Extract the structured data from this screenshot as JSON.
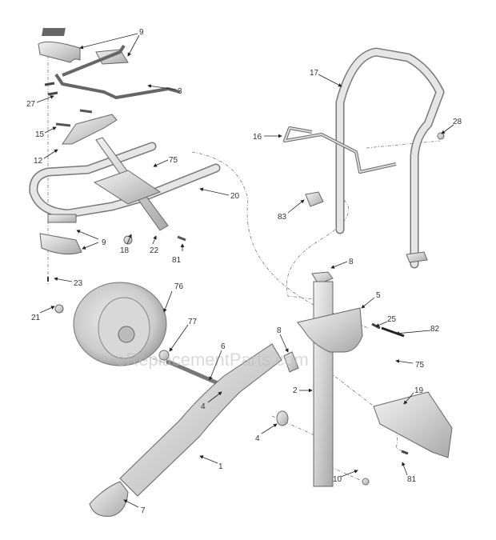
{
  "title": "Cart assembly exploded parts diagram",
  "watermark": "eReplacementParts.com",
  "callouts": {
    "c9a": "9",
    "c3": "3",
    "c27": "27",
    "c15": "15",
    "c12": "12",
    "c75a": "75",
    "c20": "20",
    "c9b": "9",
    "c18": "18",
    "c22": "22",
    "c81a": "81",
    "c23": "23",
    "c76": "76",
    "c21": "21",
    "c77": "77",
    "c6": "6",
    "c4a": "4",
    "c4b": "4",
    "c1": "1",
    "c7": "7",
    "c17": "17",
    "c16": "16",
    "c28": "28",
    "c83": "83",
    "c8a": "8",
    "c5": "5",
    "c25": "25",
    "c82": "82",
    "c8b": "8",
    "c75b": "75",
    "c2": "2",
    "c19": "19",
    "c10": "10",
    "c81b": "81"
  }
}
